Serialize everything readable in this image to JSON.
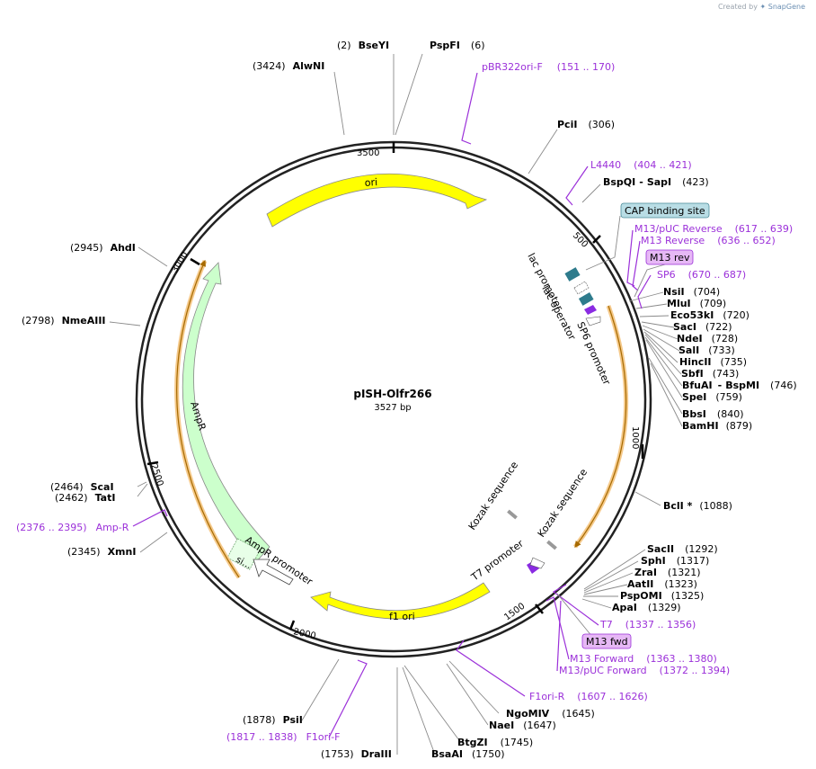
{
  "brand": {
    "created_by": "Created by",
    "name": "SnapGene"
  },
  "plasmid": {
    "name": "pISH-Olfr266",
    "size": "3527 bp"
  },
  "ticks": [
    "500",
    "1000",
    "1500",
    "2000",
    "2500",
    "3000",
    "3500"
  ],
  "features": {
    "ori": "ori",
    "f1_ori": "f1 ori",
    "ampr": "AmpR",
    "ampr_promoter": "AmpR promoter",
    "sig": "si…",
    "lac_promoter": "lac promoter",
    "lac_operator": "lac operator",
    "sp6_promoter": "SP6 promoter",
    "t7_promoter": "T7 promoter",
    "kozak1": "Kozak sequence",
    "kozak2": "Kozak sequence",
    "cap": "CAP binding site",
    "m13rev": "M13 rev",
    "m13fwd": "M13 fwd"
  },
  "sites": [
    {
      "pos": "(2)",
      "name": "BseYI"
    },
    {
      "name": "PspFI",
      "pos": "(6)"
    },
    {
      "pos": "(3424)",
      "name": "AlwNI"
    },
    {
      "name": "PciI",
      "pos": "(306)"
    },
    {
      "name": "BspQI",
      "name2": "SapI",
      "pos": "(423)"
    },
    {
      "name": "NsiI",
      "pos": "(704)"
    },
    {
      "name": "MluI",
      "pos": "(709)"
    },
    {
      "name": "Eco53kI",
      "pos": "(720)"
    },
    {
      "name": "SacI",
      "pos": "(722)"
    },
    {
      "name": "NdeI",
      "pos": "(728)"
    },
    {
      "name": "SalI",
      "pos": "(733)"
    },
    {
      "name": "HincII",
      "pos": "(735)"
    },
    {
      "name": "SbfI",
      "pos": "(743)"
    },
    {
      "name": "BfuAI",
      "name2": "BspMI",
      "pos": "(746)"
    },
    {
      "name": "SpeI",
      "pos": "(759)"
    },
    {
      "name": "BbsI",
      "pos": "(840)"
    },
    {
      "name": "BamHI",
      "pos": "(879)"
    },
    {
      "name": "BclI *",
      "pos": "(1088)"
    },
    {
      "name": "SacII",
      "pos": "(1292)"
    },
    {
      "name": "SphI",
      "pos": "(1317)"
    },
    {
      "name": "ZraI",
      "pos": "(1321)"
    },
    {
      "name": "AatII",
      "pos": "(1323)"
    },
    {
      "name": "PspOMI",
      "pos": "(1325)"
    },
    {
      "name": "ApaI",
      "pos": "(1329)"
    },
    {
      "name": "NgoMIV",
      "pos": "(1645)"
    },
    {
      "name": "NaeI",
      "pos": "(1647)"
    },
    {
      "name": "BtgZI",
      "pos": "(1745)"
    },
    {
      "name": "BsaAI",
      "pos": "(1750)"
    },
    {
      "pos": "(1753)",
      "name": "DraIII"
    },
    {
      "pos": "(1878)",
      "name": "PsiI"
    },
    {
      "pos": "(2345)",
      "name": "XmnI"
    },
    {
      "pos": "(2462)",
      "name": "TatI"
    },
    {
      "pos": "(2464)",
      "name": "ScaI"
    },
    {
      "pos": "(2798)",
      "name": "NmeAIII"
    },
    {
      "pos": "(2945)",
      "name": "AhdI"
    }
  ],
  "primers": [
    {
      "name": "pBR322ori-F",
      "range": "(151 .. 170)"
    },
    {
      "name": "L4440",
      "range": "(404 .. 421)"
    },
    {
      "name": "M13/pUC Reverse",
      "range": "(617 .. 639)"
    },
    {
      "name": "M13 Reverse",
      "range": "(636 .. 652)"
    },
    {
      "name": "SP6",
      "range": "(670 .. 687)"
    },
    {
      "name": "T7",
      "range": "(1337 .. 1356)"
    },
    {
      "name": "M13 Forward",
      "range": "(1363 .. 1380)"
    },
    {
      "name": "M13/pUC Forward",
      "range": "(1372 .. 1394)"
    },
    {
      "name": "F1ori-R",
      "range": "(1607 .. 1626)"
    },
    {
      "range": "(1817 .. 1838)",
      "name": "F1ori-F"
    },
    {
      "range": "(2376 .. 2395)",
      "name": "Amp-R"
    }
  ]
}
